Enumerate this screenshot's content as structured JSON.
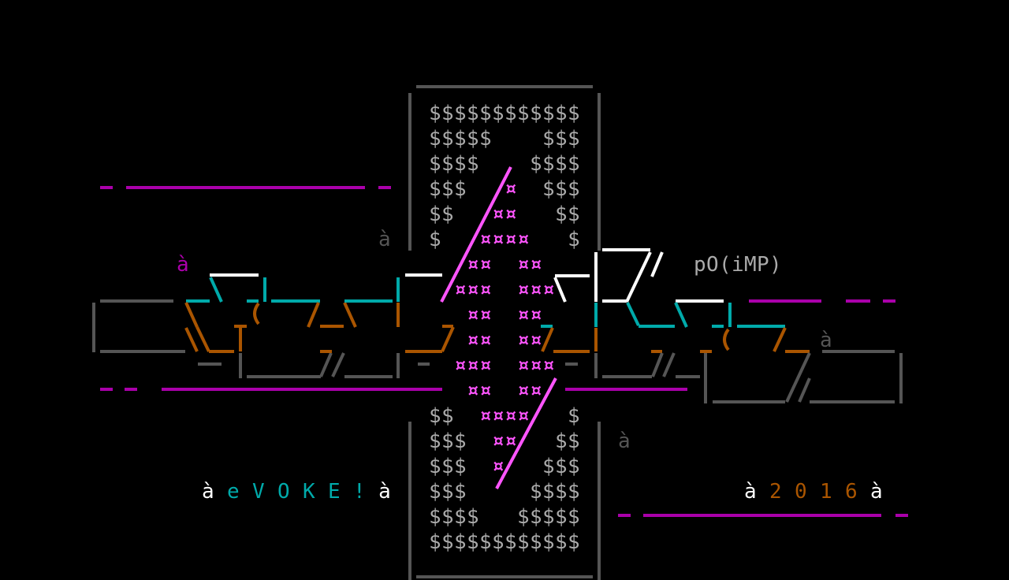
{
  "artwork": {
    "dollar_top": [
      "$$$$$$$$$$$$",
      "$$$$$    $$$",
      "$$$$    $$$$",
      "$$$      $$$",
      "$$        $$",
      "$          $"
    ],
    "dollar_bottom": [
      "$$         $",
      "$$$       $$",
      "$$$      $$$",
      "$$$     $$$$",
      "$$$$   $$$$$",
      "$$$$$$$$$$$$"
    ],
    "pink_rows": [
      "¤",
      "¤¤",
      "¤¤¤¤",
      "¤¤  ¤¤",
      "¤¤¤  ¤¤¤",
      "¤¤  ¤¤",
      "¤¤  ¤¤",
      "¤¤¤  ¤¤¤",
      "¤¤  ¤¤",
      "¤¤¤¤",
      "¤¤",
      "¤"
    ],
    "stray_marks": [
      "à",
      "à",
      "à",
      "à"
    ],
    "credit": "pO(iMP)"
  },
  "group_tag": {
    "open": "à",
    "name": "eVOKE!",
    "close": "à"
  },
  "year_tag": {
    "open": "à",
    "year": "2016",
    "close": "à"
  },
  "colors": {
    "grey": "#555555",
    "light_grey": "#aaaaaa",
    "teal": "#00aaaa",
    "orange": "#aa5500",
    "magenta": "#aa00aa",
    "pink": "#ff55ff",
    "white": "#ffffff"
  }
}
